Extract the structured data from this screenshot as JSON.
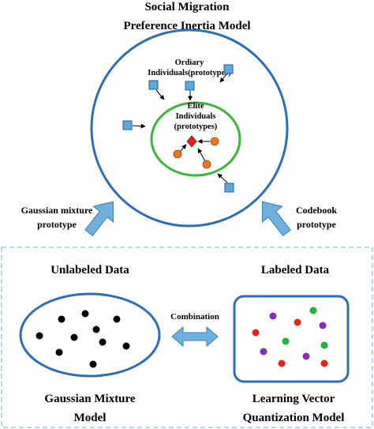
{
  "top": {
    "title_line1": "Social Migration",
    "title_line2": "Preference Inertia Model",
    "ordinary_line1": "Ordiary",
    "ordinary_line2": "Individuals(prototypes)",
    "elite_line1": "Elite",
    "elite_line2": "Individuals",
    "elite_line3": "(prototypes)",
    "left_label_line1": "Gaussian mixture",
    "left_label_line2": "prototype",
    "right_label_line1": "Codebook",
    "right_label_line2": "prototype"
  },
  "bottom": {
    "unlabeled_title": "Unlabeled Data",
    "labeled_title": "Labeled Data",
    "combination_label": "Combination",
    "gmm_line1": "Gaussian Mixture",
    "gmm_line2": "Model",
    "lvq_line1": "Learning Vector",
    "lvq_line2": "Quantization Model"
  },
  "colors": {
    "outer_circle": "#2f6db5",
    "elite_circle": "#3cb53c",
    "ordinary_square": "#5fa8dc",
    "elite_dot": "#e8761e",
    "elite_diamond": "#e02020",
    "arrow_fill": "#6fb0dd",
    "dashed_border": "#9fcbe8",
    "dot_red": "#e8231e",
    "dot_green": "#1fb53a",
    "dot_purple": "#8a2bb5"
  }
}
